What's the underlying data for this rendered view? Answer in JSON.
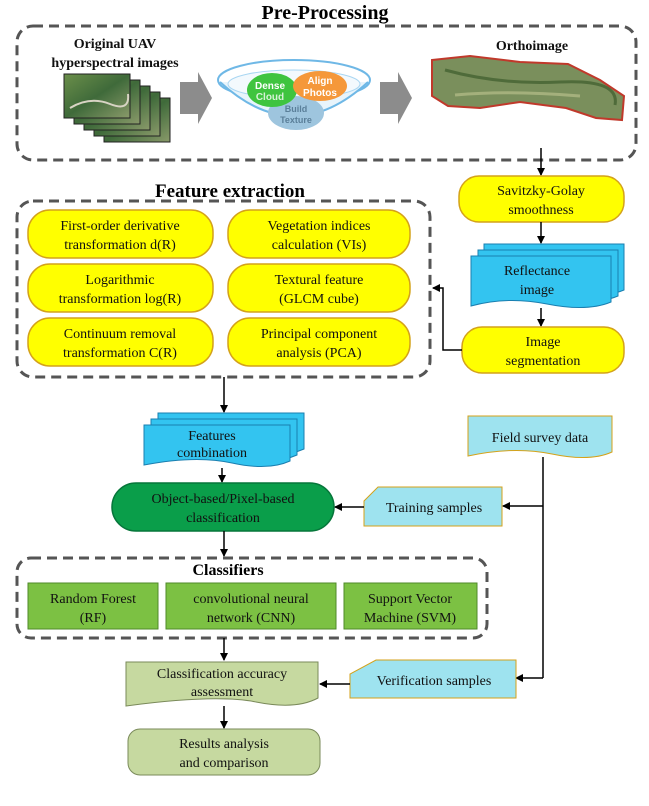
{
  "sections": {
    "preprocessing": "Pre-Processing",
    "feature_extraction": "Feature extraction",
    "classifiers": "Classifiers"
  },
  "preprocessing": {
    "original_label_1": "Original UAV",
    "original_label_2": "hyperspectral images",
    "orthoimage_label": "Orthoimage",
    "funnel": {
      "dense": "Dense",
      "cloud": "Cloud",
      "align_1": "Align",
      "align_2": "Photos",
      "build_1": "Build",
      "build_2": "Texture"
    }
  },
  "pipeline": {
    "savitzky_1": "Savitzky-Golay",
    "savitzky_2": "smoothness",
    "reflectance_1": "Reflectance",
    "reflectance_2": "image",
    "segmentation_1": "Image",
    "segmentation_2": "segmentation"
  },
  "features": [
    {
      "line1": "First-order derivative",
      "line2": "transformation d(R)"
    },
    {
      "line1": "Vegetation indices",
      "line2": "calculation (VIs)"
    },
    {
      "line1": "Logarithmic",
      "line2": "transformation log(R)"
    },
    {
      "line1": "Textural feature",
      "line2": "(GLCM cube)"
    },
    {
      "line1": "Continuum removal",
      "line2": "transformation C(R)"
    },
    {
      "line1": "Principal component",
      "line2": "analysis (PCA)"
    }
  ],
  "classification": {
    "features_combination_1": "Features",
    "features_combination_2": "combination",
    "object_pixel_1": "Object-based/Pixel-based",
    "object_pixel_2": "classification",
    "field_survey": "Field survey data",
    "training_samples": "Training  samples",
    "verification_samples": "Verification samples"
  },
  "classifiers": [
    {
      "line1": "Random Forest",
      "line2": "(RF)"
    },
    {
      "line1": "convolutional neural",
      "line2": "network (CNN)"
    },
    {
      "line1": "Support Vector",
      "line2": "Machine (SVM)"
    }
  ],
  "results": {
    "accuracy_1": "Classification accuracy",
    "accuracy_2": "assessment",
    "analysis_1": "Results analysis",
    "analysis_2": "and comparison"
  },
  "colors": {
    "yellow": "#ffff00",
    "yellow_border": "#d4a21a",
    "cyan": "#33c4f0",
    "light_cyan": "#9ee3ef",
    "green_dark": "#0a9e4a",
    "green": "#7cc143",
    "olive_light": "#c6d9a0",
    "dash_border": "#555555"
  }
}
